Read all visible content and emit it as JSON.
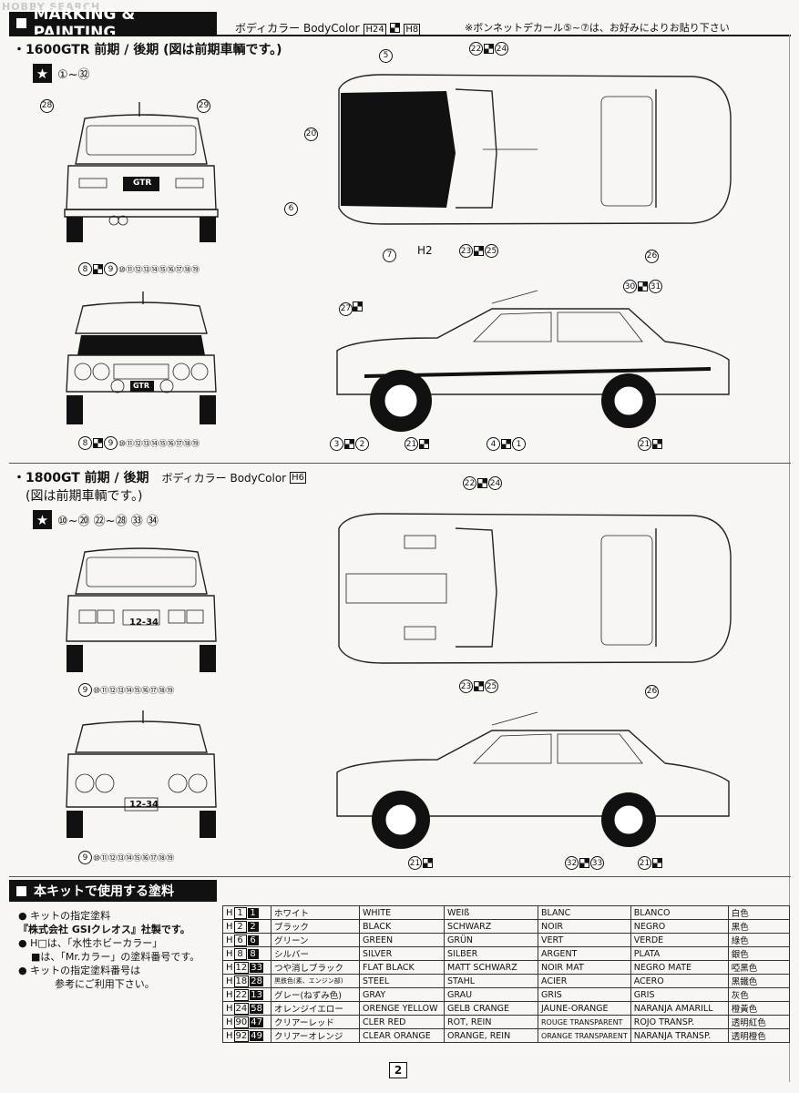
{
  "watermark": "HOBBY SEARCH",
  "header": {
    "title": "MARKING & PAINTING",
    "body_color_label": "ボディカラー BodyColor",
    "body_color_codes": [
      "H24",
      "H8"
    ],
    "decal_note": "※ボンネットデカール⑤~⑦は、お好みによりお貼り下さい"
  },
  "section1": {
    "title": "・1600GTR 前期 / 後期 (図は前期車輌です。)",
    "decal_range": "①~㉜",
    "rear": {
      "tl": "28",
      "tr": "29",
      "bl": "8",
      "bm": "9",
      "b_list": "⑩⑪⑫⑬⑭⑮⑯⑰⑱⑲",
      "plate": "GTR"
    },
    "front": {
      "bl": "8",
      "bm": "9",
      "b_list": "⑩⑪⑫⑬⑭⑮⑯⑰⑱⑲",
      "plate": "GTR"
    },
    "top": {
      "c5": "5",
      "c20": "20",
      "c6": "6",
      "c7": "7",
      "c22": "22",
      "c24": "24",
      "h2": "H2",
      "c23": "23",
      "c25": "25",
      "c26": "26"
    },
    "side": {
      "c27": "27",
      "c30": "30",
      "c31": "31",
      "c3": "3",
      "c2": "2",
      "c21a": "21",
      "c4": "4",
      "c1": "1",
      "c21b": "21"
    }
  },
  "section2": {
    "title": "・1800GT 前期 / 後期",
    "body_color_label": "ボディカラー BodyColor",
    "body_color_code": "H6",
    "subtitle": "(図は前期車輌です。)",
    "decal_range": "⑩~⑳ ㉒~㉘ ㉝ ㉞",
    "rear": {
      "bm": "9",
      "b_list": "⑩⑪⑫⑬⑭⑮⑯⑰⑱⑲",
      "plate": "12-34"
    },
    "front": {
      "bm": "9",
      "b_list": "⑩⑪⑫⑬⑭⑮⑯⑰⑱⑲",
      "plate": "12-34"
    },
    "top": {
      "c22": "22",
      "c24": "24",
      "c23": "23",
      "c25": "25",
      "c26": "26"
    },
    "side": {
      "c21a": "21",
      "c32": "32",
      "c33": "33",
      "c21b": "21"
    }
  },
  "paints": {
    "title": "本キットで使用する塗料",
    "notes": [
      "● キットの指定塗料",
      "『株式会社 GSIクレオス』社製です。",
      "● H□は、「水性ホビーカラー」",
      "■は、「Mr.カラー」の塗料番号です。",
      "● キットの指定塗料番号は",
      "参考にご利用下さい。"
    ],
    "rows": [
      {
        "h": "1",
        "m": "1",
        "ja": "ホワイト",
        "en": "WHITE",
        "de": "WEIß",
        "fr": "BLANC",
        "es": "BLANCO",
        "cn": "白色"
      },
      {
        "h": "2",
        "m": "2",
        "ja": "ブラック",
        "en": "BLACK",
        "de": "SCHWARZ",
        "fr": "NOIR",
        "es": "NEGRO",
        "cn": "黑色"
      },
      {
        "h": "6",
        "m": "6",
        "ja": "グリーン",
        "en": "GREEN",
        "de": "GRÜN",
        "fr": "VERT",
        "es": "VERDE",
        "cn": "綠色"
      },
      {
        "h": "8",
        "m": "8",
        "ja": "シルバー",
        "en": "SILVER",
        "de": "SILBER",
        "fr": "ARGENT",
        "es": "PLATA",
        "cn": "銀色"
      },
      {
        "h": "12",
        "m": "33",
        "ja": "つや消しブラック",
        "en": "FLAT BLACK",
        "de": "MATT SCHWARZ",
        "fr": "NOIR MAT",
        "es": "NEGRO MATE",
        "cn": "啞黑色"
      },
      {
        "h": "18",
        "m": "28",
        "ja": "黒鉄色(素、エンジン部)",
        "en": "STEEL",
        "de": "STAHL",
        "fr": "ACIER",
        "es": "ACERO",
        "cn": "黑鐵色"
      },
      {
        "h": "22",
        "m": "13",
        "ja": "グレー(ねずみ色)",
        "en": "GRAY",
        "de": "GRAU",
        "fr": "GRIS",
        "es": "GRIS",
        "cn": "灰色"
      },
      {
        "h": "24",
        "m": "58",
        "ja": "オレンジイエロー",
        "en": "ORENGE YELLOW",
        "de": "GELB CRANGE",
        "fr": "JAUNE-ORANGE",
        "es": "NARANJA AMARILL",
        "cn": "橙黃色"
      },
      {
        "h": "90",
        "m": "47",
        "ja": "クリアーレッド",
        "en": "CLER RED",
        "de": "ROT, REIN",
        "fr": "ROUGE TRANSPARENT",
        "es": "ROJO TRANSP.",
        "cn": "透明紅色"
      },
      {
        "h": "92",
        "m": "49",
        "ja": "クリアーオレンジ",
        "en": "CLEAR ORANGE",
        "de": "ORANGE, REIN",
        "fr": "ORANGE TRANSPARENT",
        "es": "NARANJA TRANSP.",
        "cn": "透明橙色"
      }
    ]
  },
  "page_number": "2"
}
